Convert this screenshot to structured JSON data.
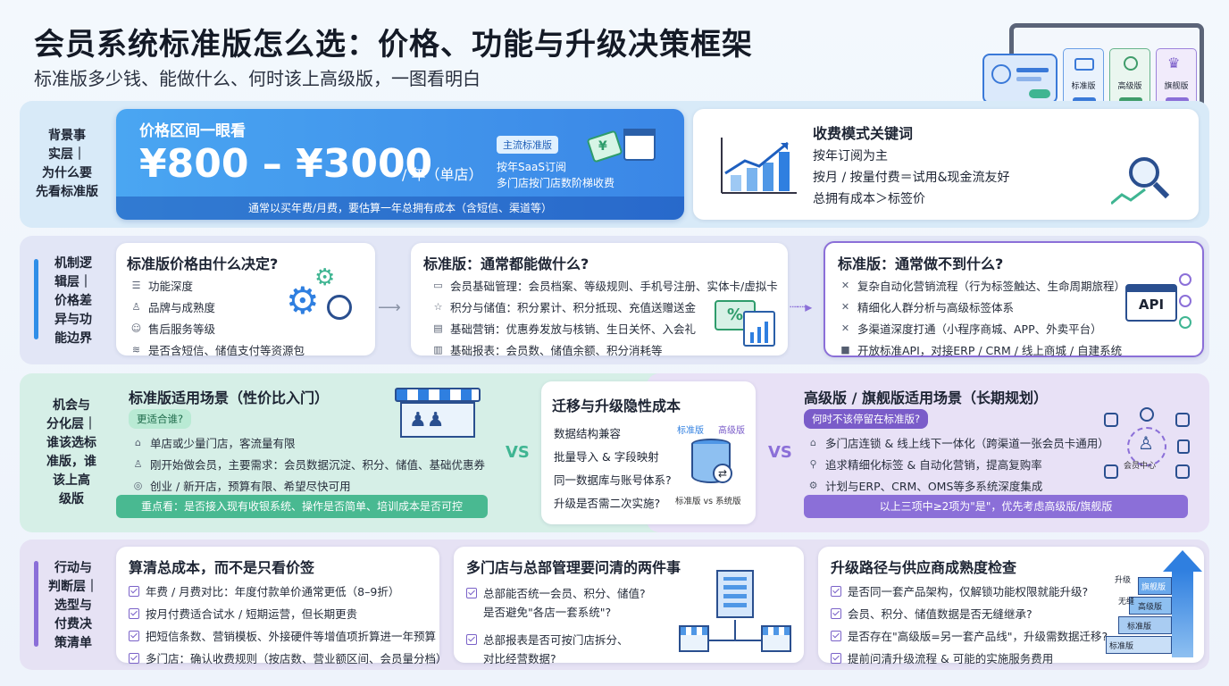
{
  "header": {
    "title": "会员系统标准版怎么选：价格、功能与升级决策框架",
    "subtitle": "标准版多少钱、能做什么、何时该上高级版，一图看明白"
  },
  "hero_panel": {
    "tiers": [
      "标准版",
      "高级版",
      "旗舰版"
    ]
  },
  "layers": {
    "l1": [
      "背景事",
      "实层｜",
      "为什么要",
      "先看标准版"
    ],
    "l2": [
      "机制逻",
      "辑层｜",
      "价格差",
      "异与功",
      "能边界"
    ],
    "l3": [
      "机会与",
      "分化层｜",
      "谁该选标",
      "准版，谁",
      "该上高",
      "级版"
    ],
    "l4": [
      "行动与",
      "判断层｜",
      "选型与",
      "付费决",
      "策清单"
    ]
  },
  "price": {
    "label": "价格区间一眼看",
    "range": "¥800 – ¥3000",
    "unit": "/ 年（单店）",
    "tag": "主流标准版",
    "desc1": "按年SaaS订阅",
    "desc2": "多门店按门店数阶梯收费",
    "footer": "通常以买年费/月费，要估算一年总拥有成本（含短信、渠道等）"
  },
  "billing": {
    "title": "收费模式关键词",
    "lines": [
      "按年订阅为主",
      "按月 / 按量付费＝试用&现金流友好",
      "总拥有成本＞标签价"
    ]
  },
  "price_factors": {
    "title": "标准版价格由什么决定?",
    "items": [
      "功能深度",
      "品牌与成熟度",
      "售后服务等级",
      "是否含短信、储值支付等资源包"
    ]
  },
  "can_do": {
    "title": "标准版：通常都能做什么?",
    "items": [
      "会员基础管理：会员档案、等级规则、手机号注册、实体卡/虚拟卡",
      "积分与储值：积分累计、积分抵现、充值送赠送金",
      "基础营销：优惠券发放与核销、生日关怀、入会礼",
      "基础报表：会员数、储值余额、积分消耗等"
    ]
  },
  "cannot_do": {
    "title": "标准版：通常做不到什么?",
    "items": [
      "复杂自动化营销流程（行为标签触达、生命周期旅程）",
      "精细化人群分析与高级标签体系",
      "多渠道深度打通（小程序商城、APP、外卖平台）",
      "开放标准API，对接ERP / CRM / 线上商城 / 自建系统"
    ],
    "api": "API"
  },
  "standard_fit": {
    "title": "标准版适用场景（性价比入门）",
    "badge": "更适合谁?",
    "items": [
      "单店或少量门店，客流量有限",
      "刚开始做会员，主要需求：会员数据沉淀、积分、储值、基础优惠券",
      "创业 / 新开店，预算有限、希望尽快可用"
    ],
    "footer": "重点看：是否接入现有收银系统、操作是否简单、培训成本是否可控"
  },
  "migration": {
    "title": "迁移与升级隐性成本",
    "items": [
      "数据结构兼容",
      "批量导入 & 字段映射",
      "同一数据库与账号体系?",
      "升级是否需二次实施?"
    ],
    "label_std": "标准版",
    "label_adv": "高级版",
    "caption": "标准版 vs 系统版"
  },
  "vs": "VS",
  "advanced_fit": {
    "title": "高级版 / 旗舰版适用场景（长期规划）",
    "badge": "何时不该停留在标准版?",
    "items": [
      "多门店连锁 & 线上线下一体化（跨渠道一张会员卡通用）",
      "追求精细化标签 & 自动化营销，提高复购率",
      "计划与ERP、CRM、OMS等多系统深度集成"
    ],
    "footer": "以上三项中≥2项为\"是\"，优先考虑高级版/旗舰版",
    "hub": "会员中心"
  },
  "tco": {
    "title": "算清总成本，而不是只看价签",
    "items": [
      "年费 / 月费对比：年度付款单价通常更低（8–9折）",
      "按月付费适合试水 / 短期运营，但长期更贵",
      "把短信条数、营销模板、外接硬件等增值项折算进一年预算",
      "多门店：确认收费规则（按店数、营业额区间、会员量分档）"
    ]
  },
  "multi_store": {
    "title": "多门店与总部管理要问清的两件事",
    "items": [
      "总部能否统一会员、积分、储值?",
      "是否避免\"各店一套系统\"?",
      "总部报表是否可按门店拆分、",
      "对比经营数据?"
    ]
  },
  "upgrade_check": {
    "title": "升级路径与供应商成熟度检查",
    "items": [
      "是否同一套产品架构，仅解锁功能权限就能升级?",
      "会员、积分、储值数据是否无缝继承?",
      "是否存在\"高级版=另一套产品线\"，升级需数据迁移?",
      "提前问清升级流程 & 可能的实施服务费用"
    ],
    "stairs": [
      "标准版",
      "高级版",
      "旗舰版",
      "标准版"
    ],
    "stair_labels": [
      "升级",
      "无缝"
    ]
  },
  "colors": {
    "blue": "#2f8ee8",
    "green": "#3fb592",
    "purple": "#8b6fd8"
  }
}
